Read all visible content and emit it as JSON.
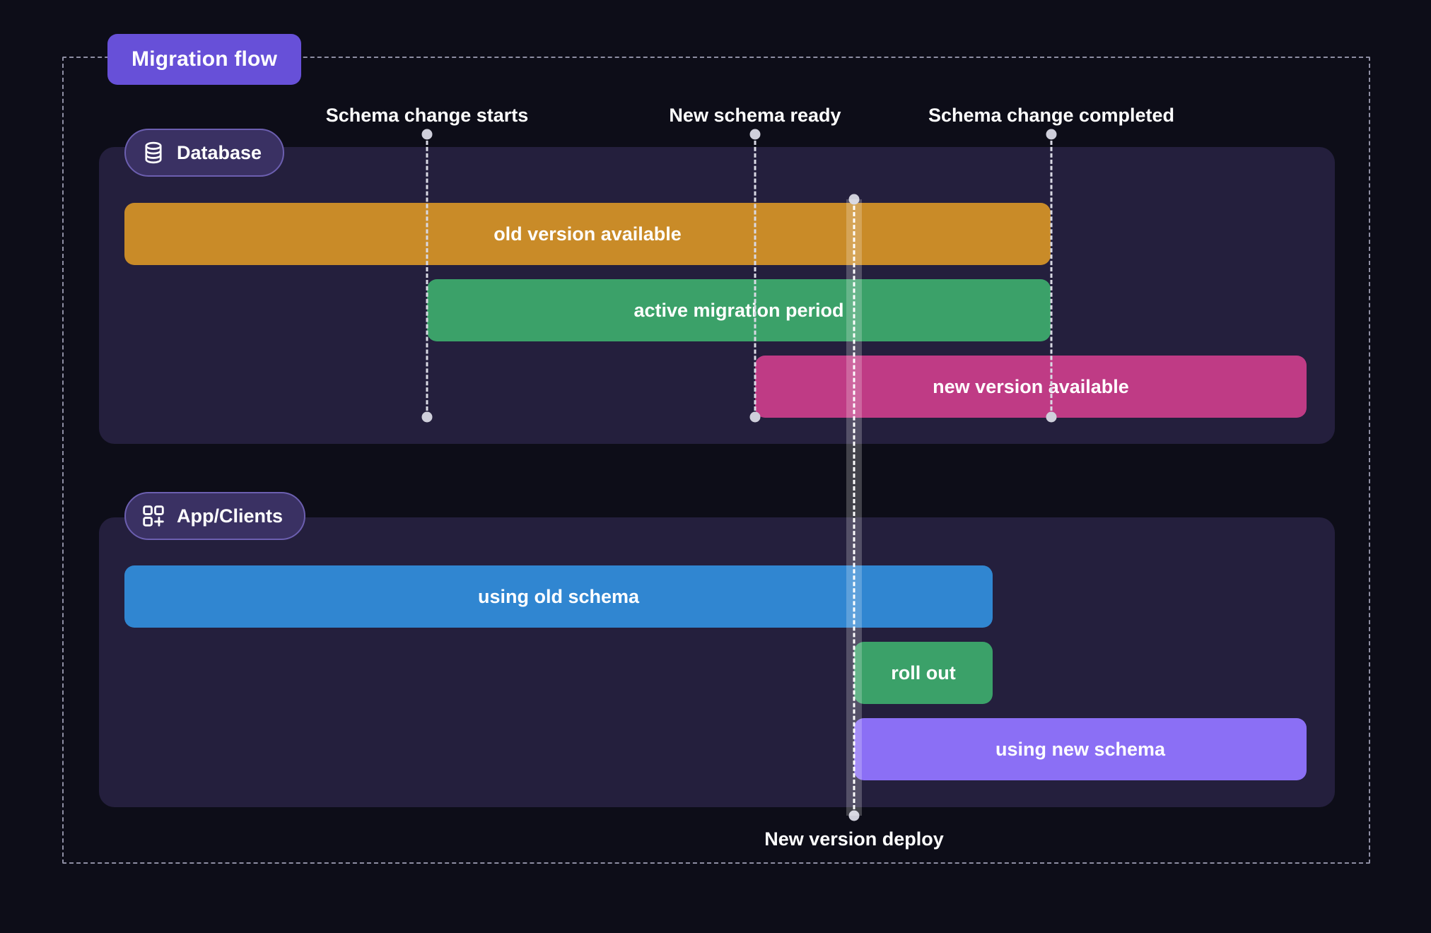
{
  "diagram": {
    "title": "Migration flow",
    "title_color": "#6750d8",
    "background": "#0d0d18",
    "lane_background": "#241f3d",
    "frame_style": "dashed"
  },
  "lanes": [
    {
      "id": "database",
      "label": "Database",
      "icon": "database-icon"
    },
    {
      "id": "app",
      "label": "App/Clients",
      "icon": "app-grid-plus-icon"
    }
  ],
  "markers": [
    {
      "id": "schema-change-starts",
      "label": "Schema change starts",
      "label_position": "top"
    },
    {
      "id": "new-schema-ready",
      "label": "New schema ready",
      "label_position": "top"
    },
    {
      "id": "schema-change-completed",
      "label": "Schema change completed",
      "label_position": "top"
    },
    {
      "id": "new-version-deploy",
      "label": "New version deploy",
      "label_position": "bottom"
    }
  ],
  "bars": [
    {
      "id": "old-version-available",
      "lane": "database",
      "label": "old version available",
      "color": "#c98b28"
    },
    {
      "id": "active-migration-period",
      "lane": "database",
      "label": "active migration period",
      "color": "#3ba169"
    },
    {
      "id": "new-version-available",
      "lane": "database",
      "label": "new version available",
      "color": "#bf3b85"
    },
    {
      "id": "using-old-schema",
      "lane": "app",
      "label": "using old schema",
      "color": "#3086d1"
    },
    {
      "id": "roll-out",
      "lane": "app",
      "label": "roll out",
      "color": "#3ba169"
    },
    {
      "id": "using-new-schema",
      "lane": "app",
      "label": "using new schema",
      "color": "#8b6ff5"
    }
  ]
}
